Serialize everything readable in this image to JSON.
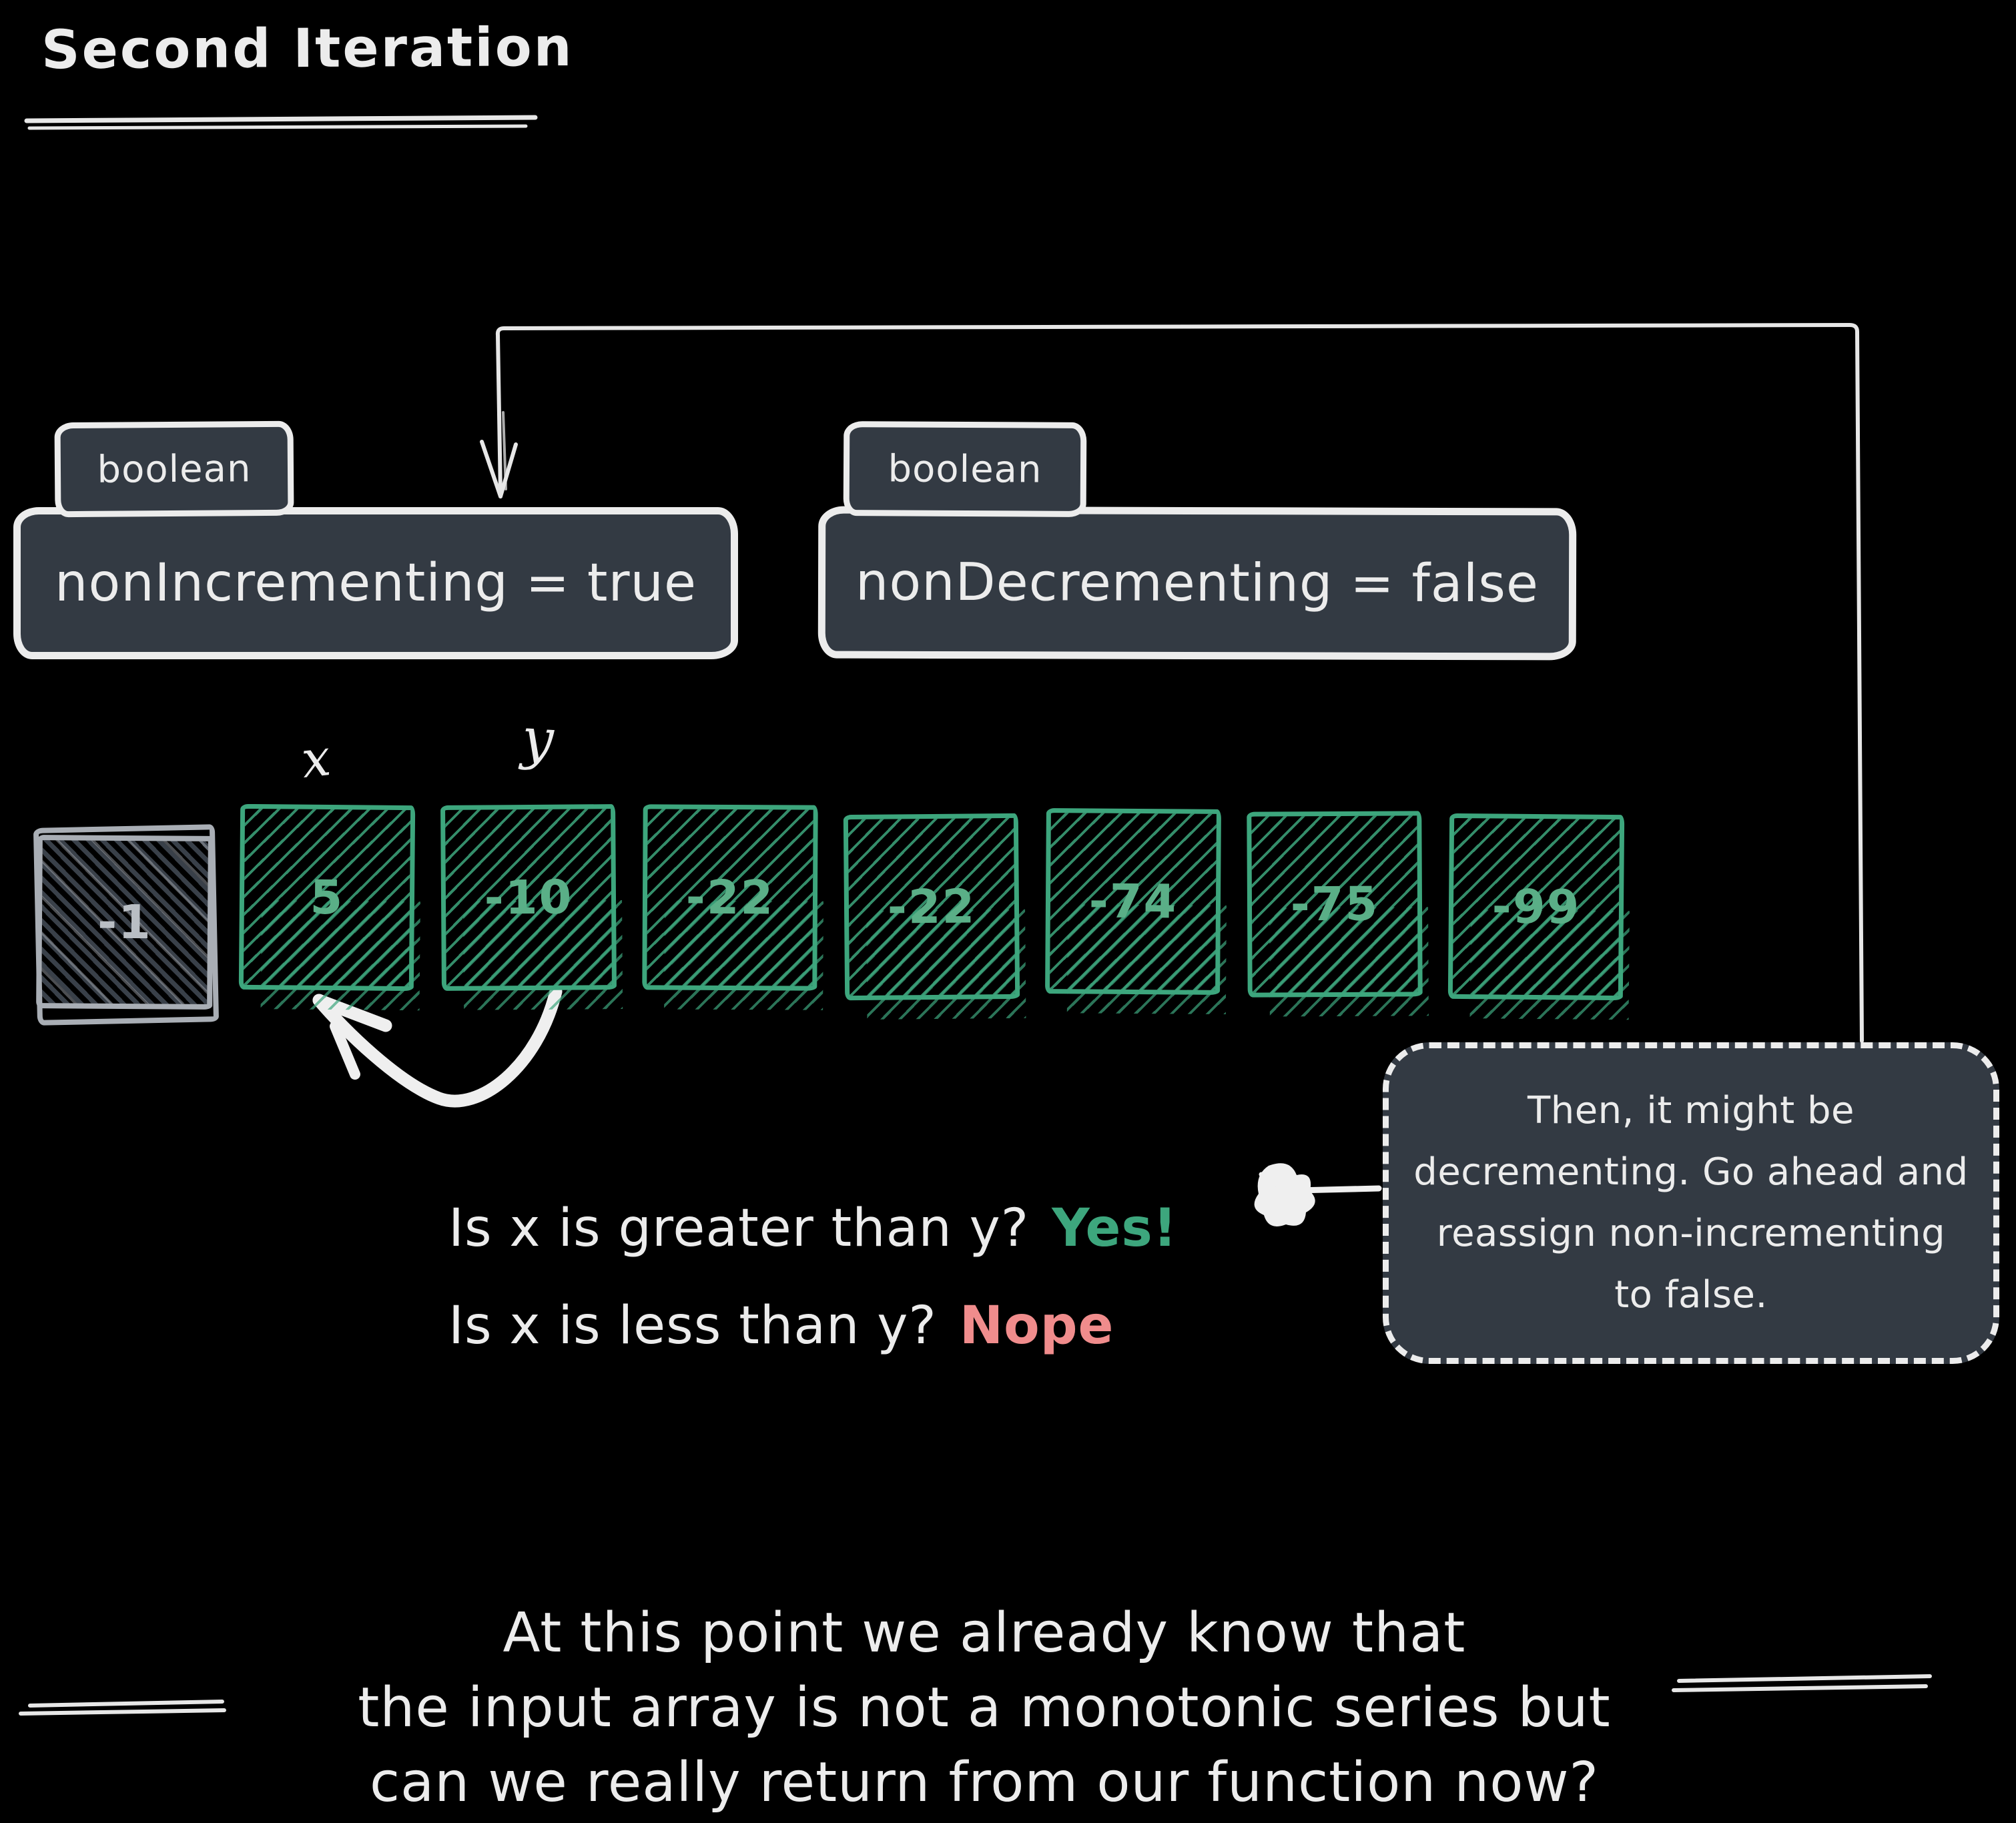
{
  "title": {
    "text": "Second Iteration"
  },
  "colors": {
    "background": "#000000",
    "ink": "#ececec",
    "panel_fill": "#333a43",
    "green_stroke": "#3da67d",
    "green_number": "#5aaf87",
    "gray_stroke": "#a9aeb5",
    "red_accent": "#f08c8c"
  },
  "icons": {
    "down_arrow": "arrow from loop-back connector into nonIncrementing box",
    "curved_arrow": "curved arrow pointing from y cell back toward x cell",
    "scribble_pointer": "scribble blob pointer linking Yes! answer to callout"
  },
  "variables": [
    {
      "type_label": "boolean",
      "declaration": "nonIncrementing = true"
    },
    {
      "type_label": "boolean",
      "declaration": "nonDecrementing = false"
    }
  ],
  "array": {
    "pointer_x_label": "x",
    "pointer_y_label": "y",
    "cells": [
      {
        "value": "-1",
        "state": "visited"
      },
      {
        "value": "5",
        "state": "current"
      },
      {
        "value": "-10",
        "state": "current"
      },
      {
        "value": "-22",
        "state": "upcoming"
      },
      {
        "value": "-22",
        "state": "upcoming"
      },
      {
        "value": "-74",
        "state": "upcoming"
      },
      {
        "value": "-75",
        "state": "upcoming"
      },
      {
        "value": "-99",
        "state": "upcoming"
      }
    ]
  },
  "questions": [
    {
      "prompt": "Is x is greater than y?",
      "answer": "Yes!"
    },
    {
      "prompt": "Is x is less than y?",
      "answer": "Nope"
    }
  ],
  "callout": {
    "lines": [
      "Then, it might be",
      "decrementing. Go ahead and",
      "reassign non-incrementing",
      "to false."
    ]
  },
  "footer": {
    "lines": [
      "At this point we already know that",
      "the input array is not a monotonic series but",
      "can we really return from our function now?"
    ]
  }
}
